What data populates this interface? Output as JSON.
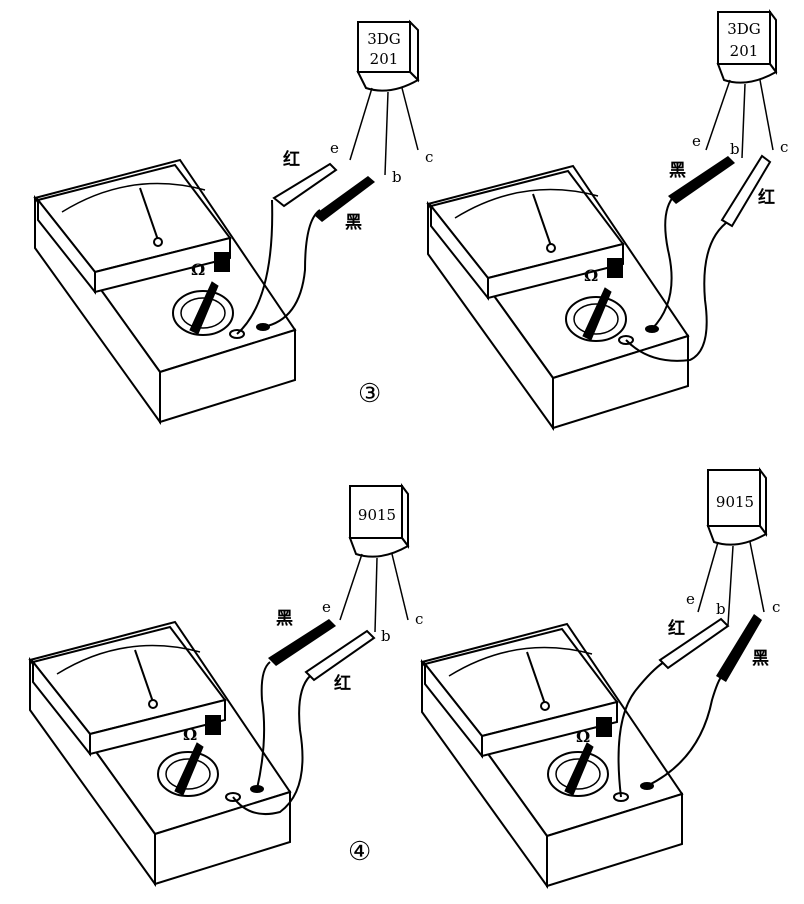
{
  "figure": {
    "group3_label": "③",
    "group4_label": "④",
    "panels": [
      {
        "chip_line1": "3DG",
        "chip_line2": "201",
        "red_label": "红",
        "black_label": "黑",
        "ohm": "Ω",
        "pin_e": "e",
        "pin_b": "b",
        "pin_c": "c"
      },
      {
        "chip_line1": "3DG",
        "chip_line2": "201",
        "red_label": "红",
        "black_label": "黑",
        "ohm": "Ω",
        "pin_e": "e",
        "pin_b": "b",
        "pin_c": "c"
      },
      {
        "chip_line1": "9015",
        "chip_line2": "",
        "red_label": "红",
        "black_label": "黑",
        "ohm": "Ω",
        "pin_e": "e",
        "pin_b": "b",
        "pin_c": "c"
      },
      {
        "chip_line1": "9015",
        "chip_line2": "",
        "red_label": "红",
        "black_label": "黑",
        "ohm": "Ω",
        "pin_e": "e",
        "pin_b": "b",
        "pin_c": "c"
      }
    ]
  }
}
